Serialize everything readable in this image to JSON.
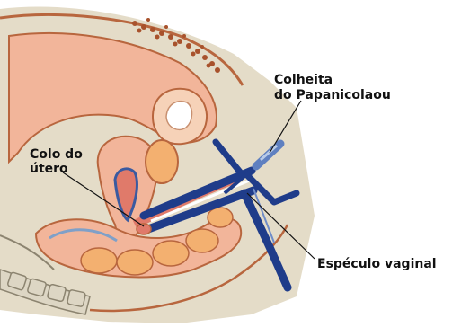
{
  "labels": {
    "colheita_line1": "Colheita",
    "colheita_line2": "do Papanicolaou",
    "colo_line1": "Colo do",
    "colo_line2": "útero",
    "especulo": "Espéculo vaginal"
  },
  "colors": {
    "background": "#ffffff",
    "body_tissue": "#e4dcc8",
    "flesh_pink": "#f2b59a",
    "skin_outline": "#b8663e",
    "bladder": "#f6d2b8",
    "intestine": "#f3b070",
    "speculum_blue": "#1f3c8a",
    "spine": "#ddd6c4",
    "hair": "#a8522c",
    "leader_line": "#111111"
  }
}
